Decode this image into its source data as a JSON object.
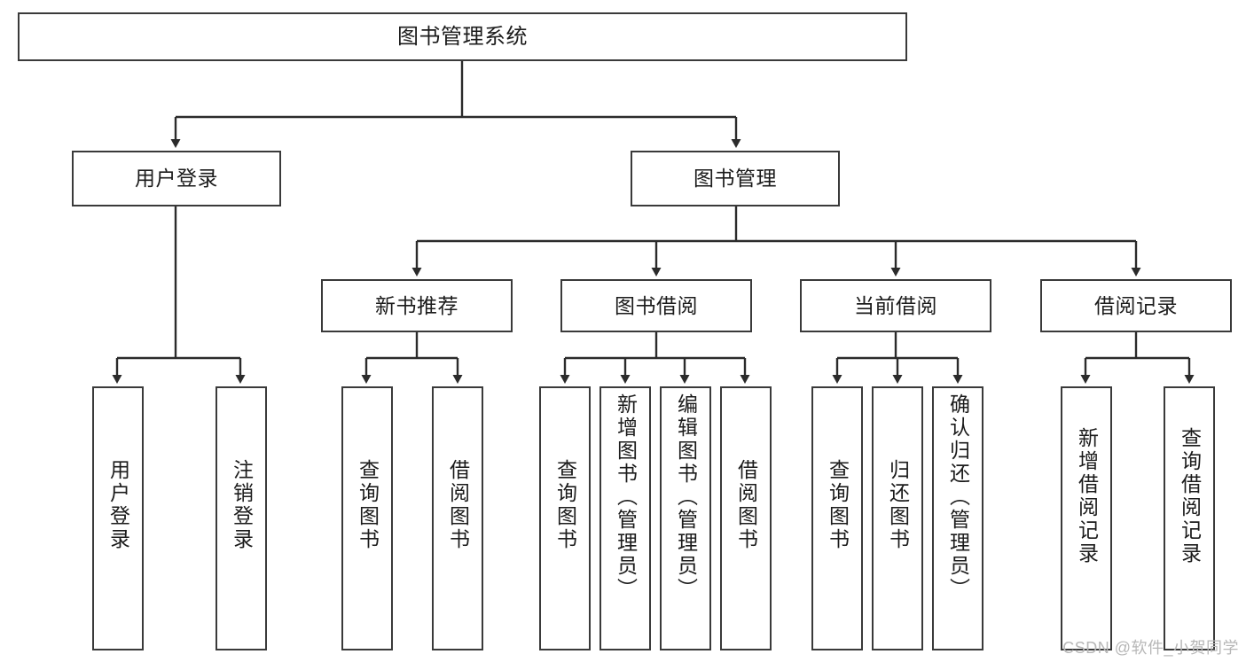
{
  "diagram": {
    "type": "tree",
    "title": "图书管理系统",
    "orientation": "top-down",
    "colors": {
      "box_border": "#3a3a3a",
      "box_fill": "#ffffff",
      "connector": "#2b2b2b",
      "text": "#1b1b1b",
      "watermark": "#b7b7b7"
    }
  },
  "root": {
    "label": "图书管理系统"
  },
  "level2": [
    {
      "label": "用户登录"
    },
    {
      "label": "图书管理"
    }
  ],
  "level3": [
    {
      "label": "新书推荐"
    },
    {
      "label": "图书借阅"
    },
    {
      "label": "当前借阅"
    },
    {
      "label": "借阅记录"
    }
  ],
  "leaves": {
    "user_login": [
      {
        "label": "用户登录"
      },
      {
        "label": "注销登录"
      }
    ],
    "new_book_recommend": [
      {
        "label": "查询图书"
      },
      {
        "label": "借阅图书"
      }
    ],
    "book_borrow": [
      {
        "label": "查询图书"
      },
      {
        "label": "新增图书（管理员）"
      },
      {
        "label": "编辑图书（管理员）"
      },
      {
        "label": "借阅图书"
      }
    ],
    "current_borrow": [
      {
        "label": "查询图书"
      },
      {
        "label": "归还图书"
      },
      {
        "label": "确认归还（管理员）"
      }
    ],
    "borrow_record": [
      {
        "label": "新增借阅记录"
      },
      {
        "label": "查询借阅记录"
      }
    ]
  },
  "watermark": {
    "text": "CSDN @软件_小贺同学"
  }
}
